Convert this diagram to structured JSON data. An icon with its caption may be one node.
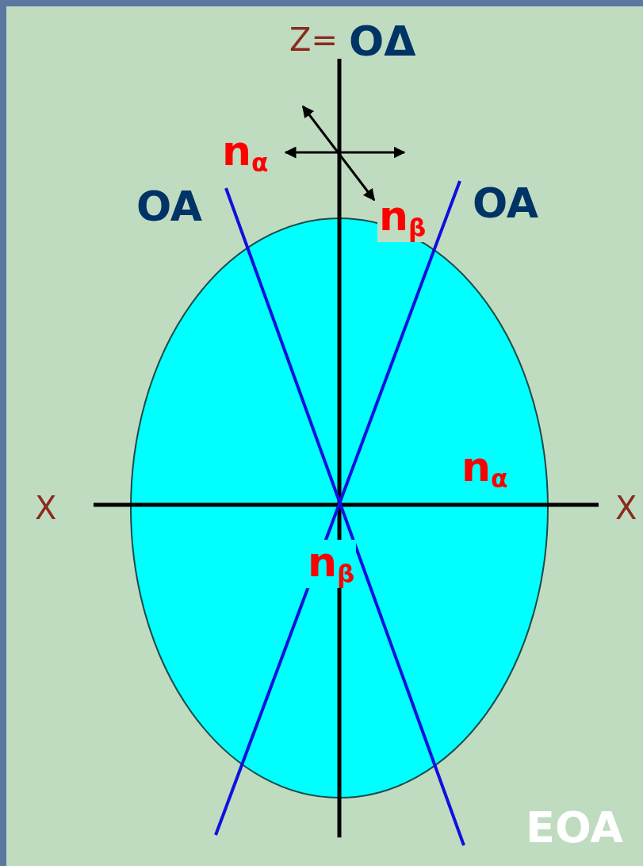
{
  "diagram": {
    "labels": [
      "Z=",
      "OΔ",
      "n$_{α}$",
      "OA",
      "n$_{β}$",
      "OA",
      "n$_{α}$",
      "X",
      "X",
      "n$_{β}$",
      "EOA"
    ]
  }
}
